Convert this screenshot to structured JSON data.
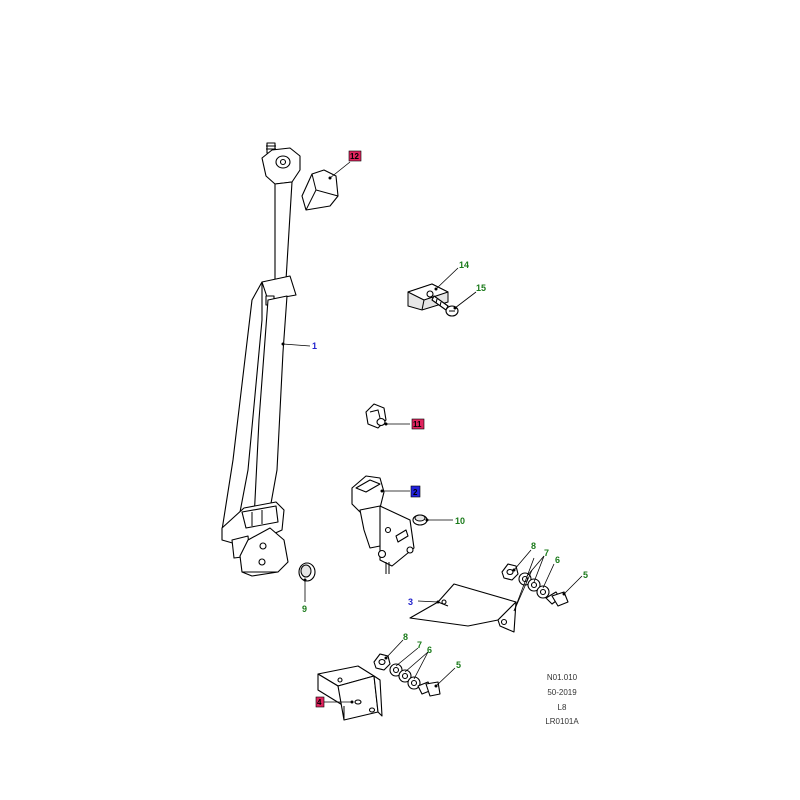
{
  "colors": {
    "label_blue": "#2222cc",
    "label_green": "#1a7a1a",
    "highlight_red": "#e0245e",
    "highlight_blue": "#2222dd"
  },
  "callouts": {
    "c1": "1",
    "c2": "2",
    "c3": "3",
    "c4": "4",
    "c5a": "5",
    "c5b": "5",
    "c6a": "6",
    "c6b": "6",
    "c7a": "7",
    "c7b": "7",
    "c8a": "8",
    "c8b": "8",
    "c9": "9",
    "c10": "10",
    "c11": "11",
    "c12": "12",
    "c14": "14",
    "c15": "15"
  },
  "reference": {
    "line1": "N01.010",
    "line2": "50-2019",
    "line3": "L8",
    "line4": "LR0101A"
  }
}
